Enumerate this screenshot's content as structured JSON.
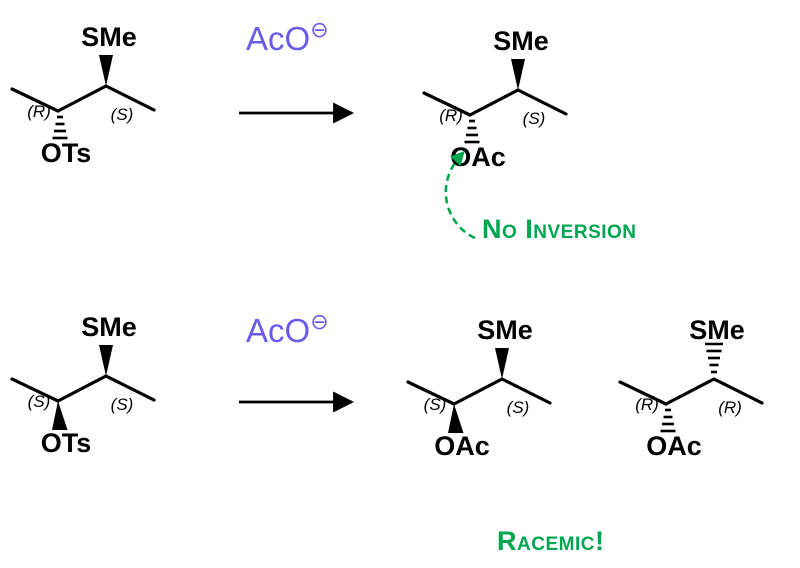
{
  "colors": {
    "bond_black": "#000000",
    "reagent_blue": "#6a5ae8",
    "annotation_green": "#00a550",
    "background": "#ffffff"
  },
  "reagent": {
    "formula": "AcO",
    "charge": "⊖"
  },
  "structures": [
    {
      "id": "top-reactant",
      "top_group": "SMe",
      "left_label": "(R)",
      "right_label": "(S)",
      "bottom_group": "OTs"
    },
    {
      "id": "top-product",
      "top_group": "SMe",
      "left_label": "(R)",
      "right_label": "(S)",
      "bottom_group": "OAc"
    },
    {
      "id": "bottom-reactant",
      "top_group": "SMe",
      "left_label": "(S)",
      "right_label": "(S)",
      "bottom_group": "OTs"
    },
    {
      "id": "bottom-product-retained",
      "top_group": "SMe",
      "left_label": "(S)",
      "right_label": "(S)",
      "bottom_group": "OAc"
    },
    {
      "id": "bottom-product-inverted",
      "top_group": "SMe",
      "left_label": "(R)",
      "right_label": "(R)",
      "bottom_group": "OAc"
    }
  ],
  "annotations": {
    "no_inversion": "No Inversion",
    "racemic": "Racemic!"
  }
}
